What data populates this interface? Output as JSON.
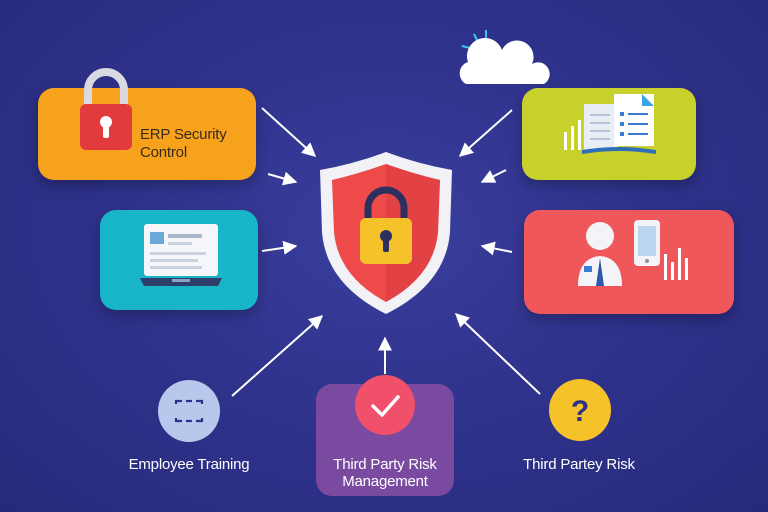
{
  "nodes": {
    "erp": {
      "label_line1": "ERP Security",
      "label_line2": "Control"
    },
    "employee_training": {
      "label": "Employee Training"
    },
    "third_party_mgmt": {
      "label_line1": "Third Party Risk",
      "label_line2": "Management"
    },
    "third_partey": {
      "label": "Third Partey Risk"
    }
  },
  "colors": {
    "background": "#2e3189",
    "erp_card": "#f7a21d",
    "laptop_card": "#18b4c8",
    "document_card": "#c8d02c",
    "user_card": "#f0575a",
    "bottom_card": "#7a4aa0",
    "shield_red": "#ee4a4a",
    "lock_yellow": "#f5c229"
  },
  "icons": [
    "padlock-icon",
    "laptop-icon",
    "cloud-icon",
    "document-icon",
    "user-icon",
    "phone-icon",
    "shield-icon",
    "checkmark-icon",
    "question-icon",
    "dashed-frame-icon"
  ]
}
